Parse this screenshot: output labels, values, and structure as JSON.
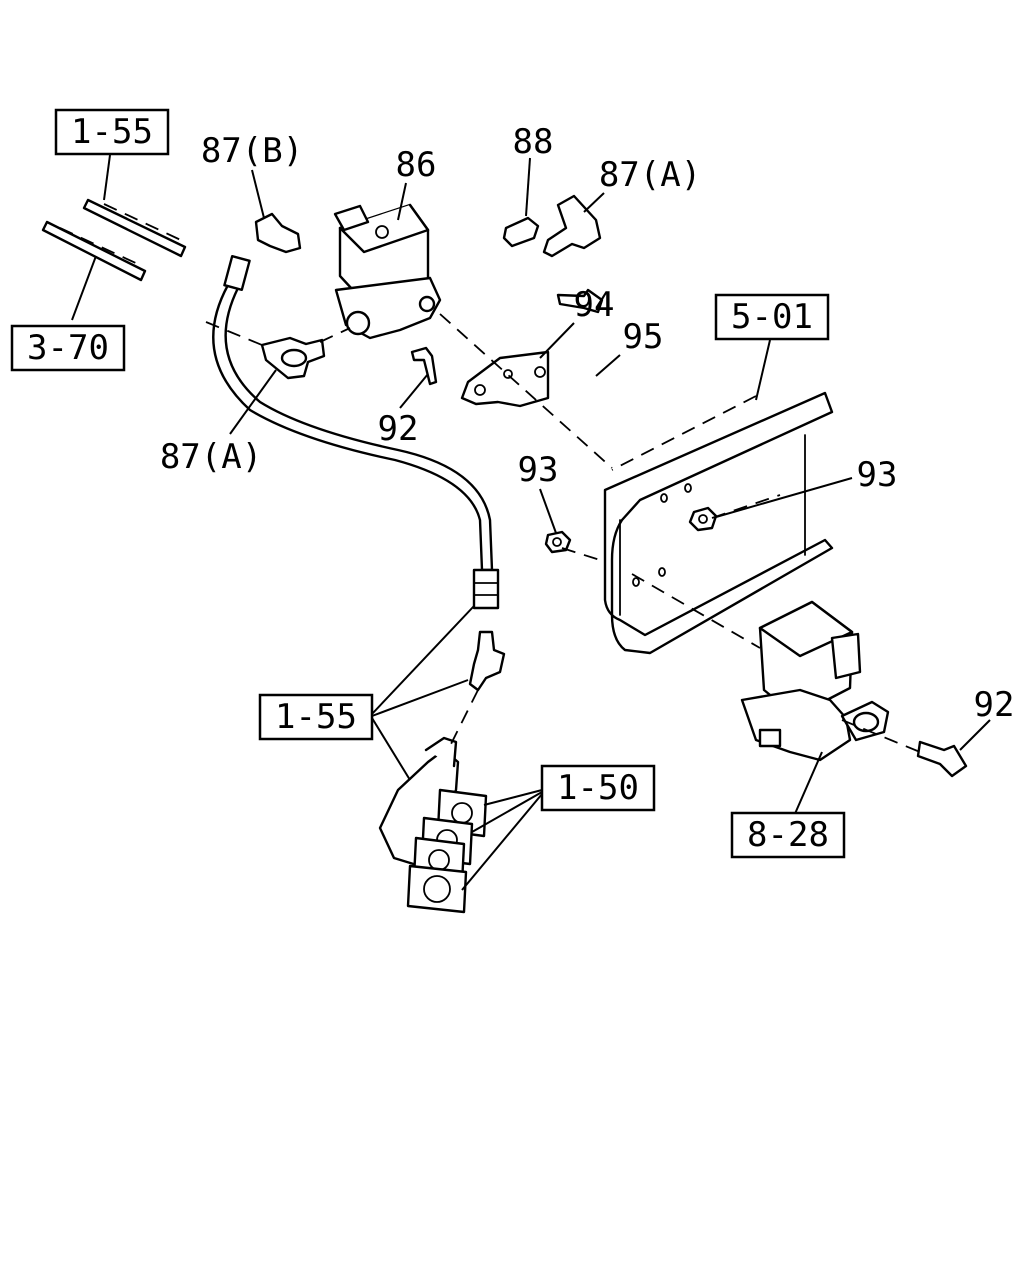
{
  "ref_boxes": {
    "top_left_155": "1-55",
    "left_370": "3-70",
    "right_501": "5-01",
    "center_155": "1-55",
    "center_150": "1-50",
    "bottom_828": "8-28"
  },
  "callouts": {
    "c87b": "87(B)",
    "c86": "86",
    "c88": "88",
    "c87a_top": "87(A)",
    "c94": "94",
    "c95": "95",
    "c92_upper": "92",
    "c87a_left": "87(A)",
    "c93_left": "93",
    "c93_right": "93",
    "c92_lower": "92"
  }
}
